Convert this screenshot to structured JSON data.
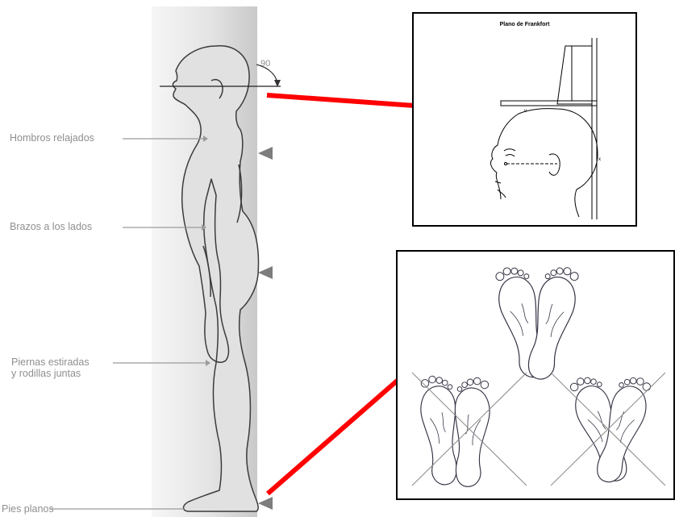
{
  "posture_labels": {
    "shoulders": "Hombros relajados",
    "arms": "Brazos a los lados",
    "legs_line1": "Piernas estiradas",
    "legs_line2": "y rodillas juntas",
    "feet": "Pies planos"
  },
  "angle_label": "90",
  "frankfort_panel": {
    "title": "Plano de Frankfort",
    "mark_v": "v",
    "mark_x": "x"
  },
  "colors": {
    "arrow": "#ff0000",
    "wall_gradient_dark": "#c9c9c9",
    "label_gray": "#8f8f8f",
    "figure_fill": "#e1e1e1",
    "marker_gray": "#7d7d7d"
  },
  "icons": [
    "body-silhouette-icon",
    "head-profile-icon",
    "foot-icon",
    "triangle-marker-icon",
    "arrow-icon"
  ]
}
